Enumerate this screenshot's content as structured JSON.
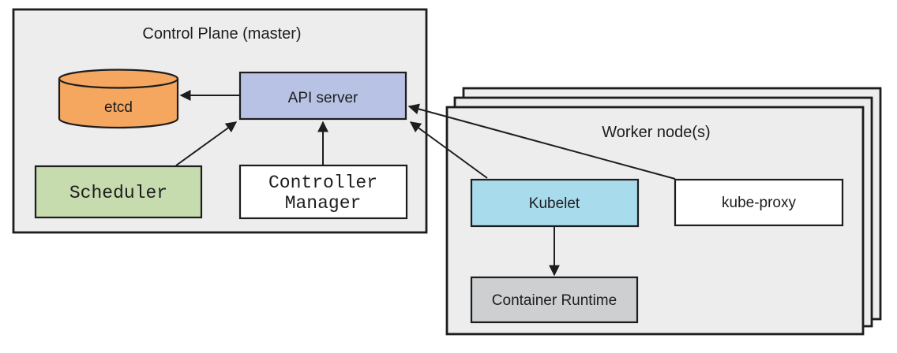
{
  "colors": {
    "background": "#ffffff",
    "panel_fill": "#ededee",
    "outline": "#1d1d1f",
    "etcd_fill": "#f5a75f",
    "api_server_fill": "#b8c2e4",
    "scheduler_fill": "#c6dcae",
    "controller_manager_fill": "#ffffff",
    "kubelet_fill": "#a8dbec",
    "kube_proxy_fill": "#ffffff",
    "container_runtime_fill": "#cdcfd0"
  },
  "control_plane": {
    "title": "Control Plane (master)",
    "etcd_label": "etcd",
    "api_server_label": "API server",
    "scheduler_label": "Scheduler",
    "controller_manager_label_line1": "Controller",
    "controller_manager_label_line2": "Manager"
  },
  "worker_nodes": {
    "title": "Worker node(s)",
    "kubelet_label": "Kubelet",
    "kube_proxy_label": "kube-proxy",
    "container_runtime_label": "Container Runtime"
  },
  "edges": [
    {
      "from": "API server",
      "to": "etcd"
    },
    {
      "from": "Scheduler",
      "to": "API server"
    },
    {
      "from": "Controller Manager",
      "to": "API server"
    },
    {
      "from": "Kubelet",
      "to": "API server"
    },
    {
      "from": "kube-proxy",
      "to": "API server"
    },
    {
      "from": "Kubelet",
      "to": "Container Runtime"
    }
  ]
}
